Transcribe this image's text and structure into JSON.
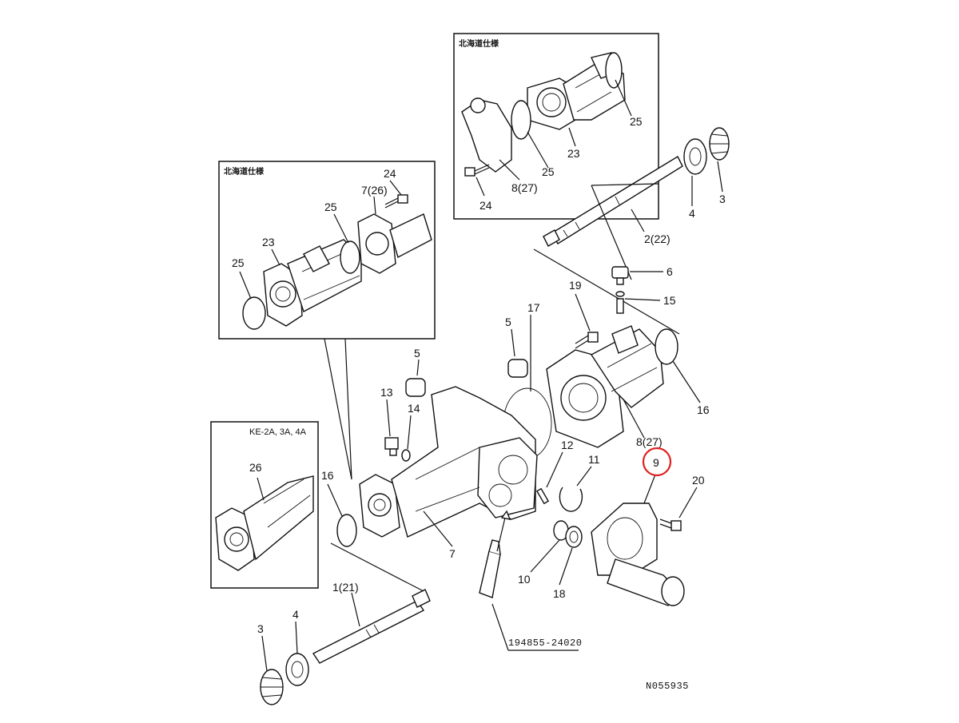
{
  "diagram": {
    "drawing_number": "N055935",
    "sealant_part_number": "194855-24020",
    "inset_top_left_title": "北海道仕様",
    "inset_top_right_title": "北海道仕様",
    "inset_bottom_left_title": "KE-2A, 3A, 4A",
    "highlight_color": "#e02020",
    "highlighted_callout": "9",
    "callouts": {
      "c1_21": "1(21)",
      "c2_22": "2(22)",
      "c3_top": "3",
      "c3_bottom": "3",
      "c4_top": "4",
      "c4_bottom": "4",
      "c5_a": "5",
      "c5_b": "5",
      "c6": "6",
      "c7_main": "7",
      "c7_26": "7(26)",
      "c8_27_main": "8(27)",
      "c8_27_inset": "8(27)",
      "c9": "9",
      "c10": "10",
      "c11": "11",
      "c12": "12",
      "c13": "13",
      "c14": "14",
      "c15": "15",
      "c16_left": "16",
      "c16_right": "16",
      "c17": "17",
      "c18": "18",
      "c19": "19",
      "c20": "20",
      "c23_left": "23",
      "c23_right": "23",
      "c24_left": "24",
      "c24_right": "24",
      "c25_l1": "25",
      "c25_l2": "25",
      "c25_r1": "25",
      "c25_r2": "25",
      "c26": "26"
    }
  }
}
